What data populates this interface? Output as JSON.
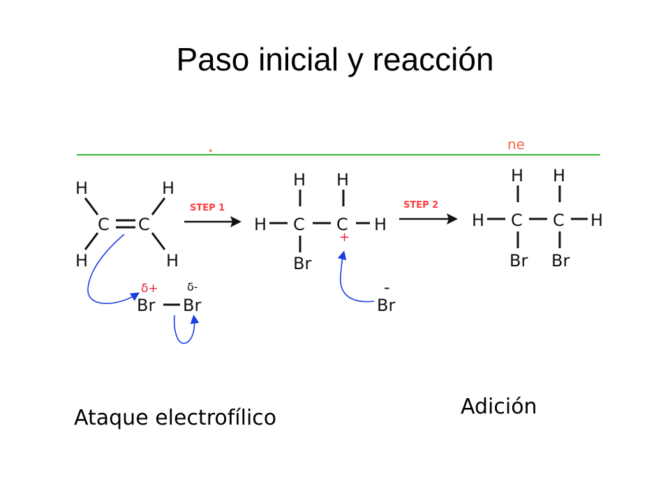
{
  "title": "Paso inicial y reacción",
  "captions": {
    "left": "Ataque electrofílico",
    "right": "Adición"
  },
  "diagram": {
    "top_fragment": "ne",
    "steps": [
      "STEP 1",
      "STEP 2"
    ],
    "atoms": {
      "H": "H",
      "C": "C",
      "Br": "Br"
    },
    "charges": {
      "delta_plus": "δ+",
      "delta_minus": "δ-",
      "plus": "+",
      "minus": "-"
    },
    "colors": {
      "rule_line": "#2db82d",
      "arrow_curve": "#1a3de0",
      "step_label": "#ff3b3b"
    }
  }
}
